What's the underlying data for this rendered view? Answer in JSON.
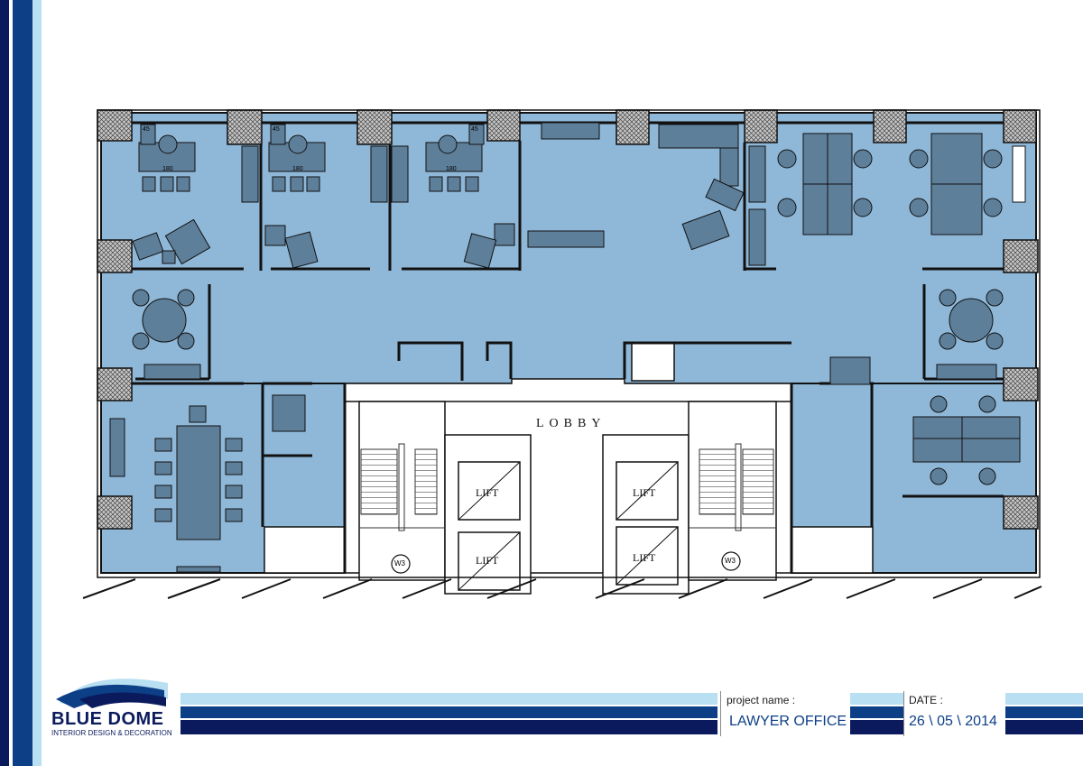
{
  "brand": {
    "name": "BLUE DOME",
    "tagline": "INTERIOR DESIGN & DECORATION"
  },
  "title_block": {
    "project_label": "project name :",
    "project_value": "LAWYER OFFICE",
    "date_label": "DATE :",
    "date_value": "26 \\ 05 \\ 2014"
  },
  "plan": {
    "lobby_label": "LOBBY",
    "lift_label": "LIFT",
    "stair_tag": "W3",
    "desk_dims": [
      "45",
      "180"
    ]
  },
  "colors": {
    "floor": "#8fb8d8",
    "furniture": "#5e7f9a",
    "border_navy": "#0a1a5c",
    "border_blue": "#0d3f86",
    "border_light": "#b8dff2"
  }
}
